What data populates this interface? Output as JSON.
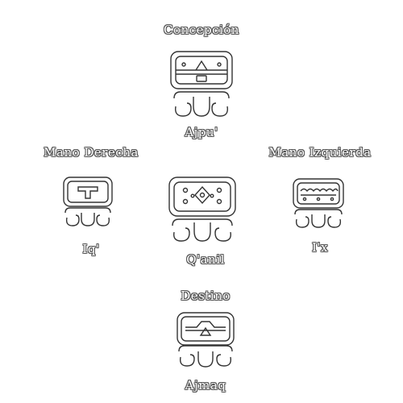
{
  "positions": {
    "top": {
      "role": "Concepción",
      "nawal": "Ajpu'"
    },
    "left": {
      "role": "Mano Derecha",
      "nawal": "Iq'"
    },
    "center": {
      "role": "",
      "nawal": "Q'anil"
    },
    "right": {
      "role": "Mano Izquierda",
      "nawal": "I'x"
    },
    "bottom": {
      "role": "Destino",
      "nawal": "Ajmaq"
    }
  },
  "colors": {
    "outline": "#333333",
    "text_fill": "#ffffff",
    "text_outline": "#555555"
  }
}
